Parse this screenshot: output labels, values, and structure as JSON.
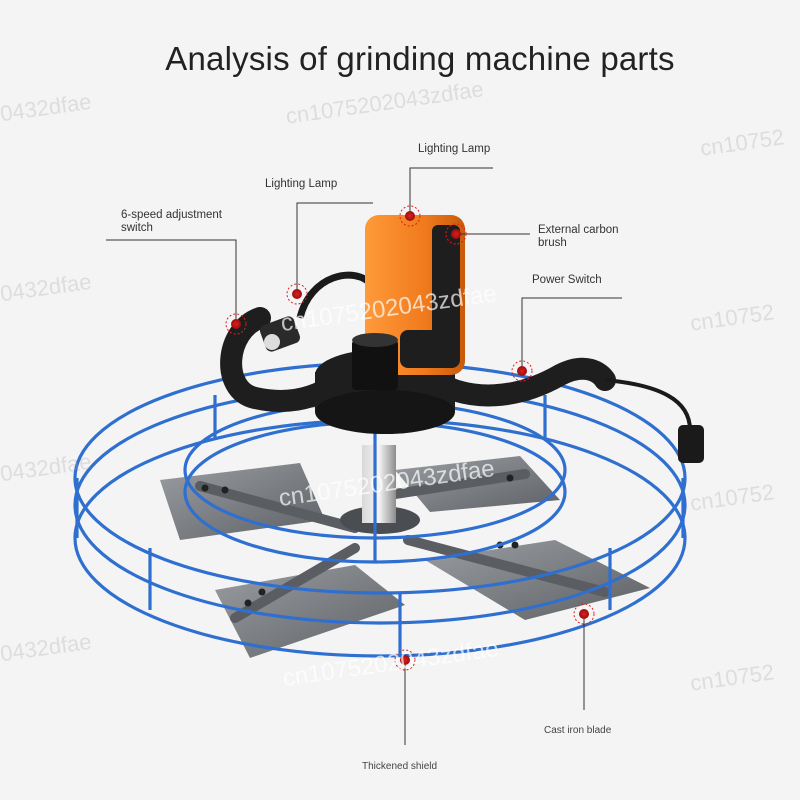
{
  "title": "Analysis of grinding machine parts",
  "callouts": {
    "lighting_lamp_top": "Lighting Lamp",
    "lighting_lamp_left": "Lighting Lamp",
    "speed_switch": "6-speed adjustment\nswitch",
    "carbon_brush": "External carbon\nbrush",
    "power_switch": "Power Switch",
    "blade": "Cast iron blade",
    "shield": "Thickened shield"
  },
  "watermarks": {
    "w1": "0432dfae",
    "w2": "cn1075202043zdfae",
    "w3": "cn10752",
    "w4": "0432dfae",
    "w5": "cn1075202043zdfae",
    "w6": "cn10752",
    "w7": "0432dfae",
    "w8": "cn1075202043zdfae",
    "w9": "cn10752",
    "w10": "0432dfae",
    "w11": "cn1075202043zdfae",
    "w12": "cn10752"
  },
  "colors": {
    "background": "#f4f4f4",
    "frame_blue": "#2f6fd0",
    "motor_orange": "#f07a1c",
    "handle_black": "#1e1e1e",
    "marker_red": "#e01e1e",
    "blade_gray": "#7f8286"
  }
}
